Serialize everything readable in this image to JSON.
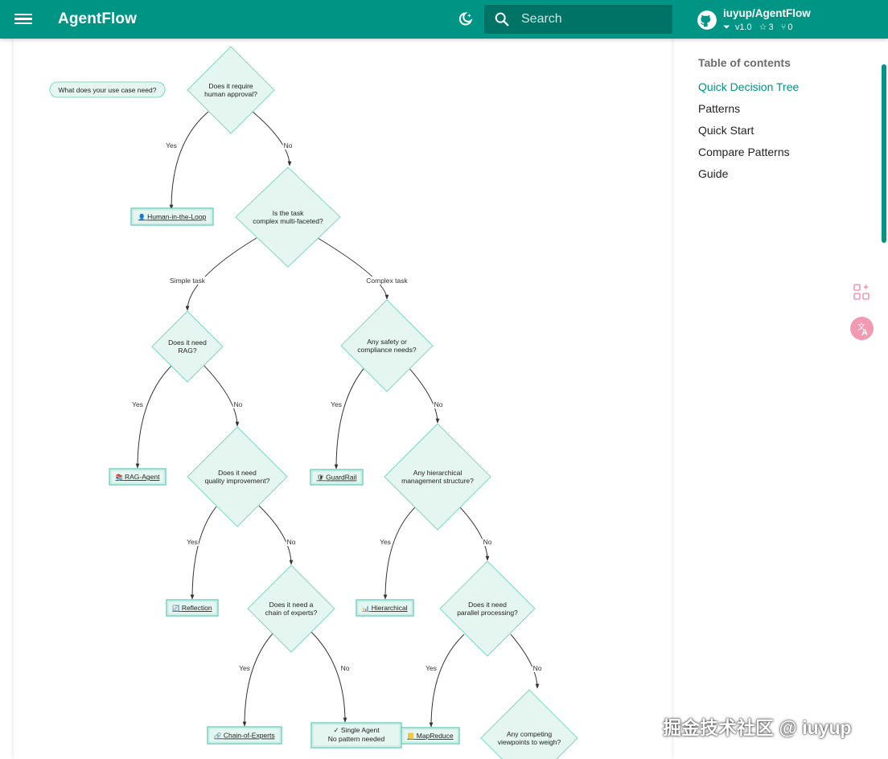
{
  "header": {
    "site_title": "AgentFlow",
    "search_placeholder": "Search",
    "repo_name": "iuyup/AgentFlow",
    "repo_version": "v1.0",
    "repo_stars": "3",
    "repo_forks": "0",
    "accent_color": "#009485"
  },
  "toc": {
    "title": "Table of contents",
    "items": [
      "Quick Decision Tree",
      "Patterns",
      "Quick Start",
      "Compare Patterns",
      "Guide"
    ],
    "active_index": 0
  },
  "flowchart": {
    "start": "What does your use case need?",
    "decisions": [
      {
        "id": "d1",
        "lines": [
          "Does it require",
          "human approval?"
        ]
      },
      {
        "id": "d2",
        "lines": [
          "Is the task",
          "complex multi-faceted?"
        ]
      },
      {
        "id": "d3",
        "lines": [
          "Does it need",
          "RAG?"
        ]
      },
      {
        "id": "d4",
        "lines": [
          "Any safety or",
          "compliance needs?"
        ]
      },
      {
        "id": "d5",
        "lines": [
          "Does it need",
          "quality improvement?"
        ]
      },
      {
        "id": "d6",
        "lines": [
          "Any hierarchical",
          "management structure?"
        ]
      },
      {
        "id": "d7",
        "lines": [
          "Does it need a",
          "chain of experts?"
        ]
      },
      {
        "id": "d8",
        "lines": [
          "Does it need",
          "parallel processing?"
        ]
      },
      {
        "id": "d9",
        "lines": [
          "Any competing",
          "viewpoints to weigh?"
        ]
      }
    ],
    "results": [
      {
        "id": "r1",
        "emoji": "👤",
        "label": "Human-in-the-Loop"
      },
      {
        "id": "r2",
        "emoji": "📚",
        "label": "RAG-Agent"
      },
      {
        "id": "r3",
        "emoji": "🛡",
        "label": "GuardRail"
      },
      {
        "id": "r4",
        "emoji": "🔄",
        "label": "Reflection"
      },
      {
        "id": "r5",
        "emoji": "📊",
        "label": "Hierarchical"
      },
      {
        "id": "r6",
        "emoji": "🔗",
        "label": "Chain-of-Experts"
      },
      {
        "id": "r7",
        "lines": [
          "✓ Single Agent",
          "No pattern needed"
        ]
      },
      {
        "id": "r8",
        "emoji": "📒",
        "label": "MapReduce"
      }
    ],
    "edge_labels": {
      "yes": "Yes",
      "no": "No",
      "simple": "Simple task",
      "complex": "Complex task"
    }
  },
  "watermark": "掘金技术社区 @ iuyup"
}
